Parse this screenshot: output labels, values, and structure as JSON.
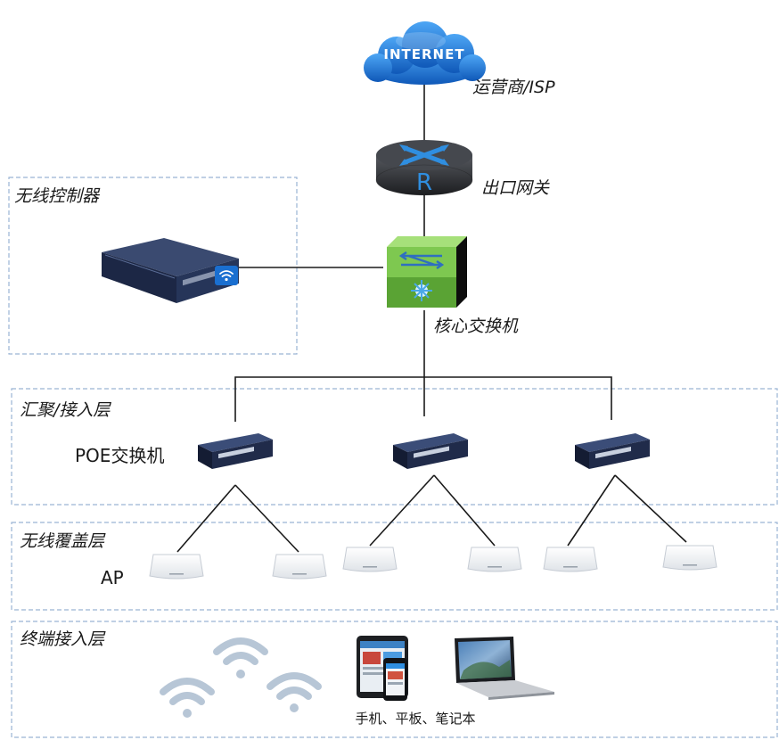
{
  "nodes": {
    "internet": {
      "cloud_text": "INTERNET",
      "label": "运营商/ISP"
    },
    "router": {
      "glyph": "R",
      "label": "出口网关"
    },
    "core_switch": {
      "label": "核心交换机"
    },
    "poe_switch": {
      "label": "POE交换机"
    },
    "ap": {
      "label": "AP"
    },
    "terminals": {
      "label": "手机、平板、笔记本"
    }
  },
  "zones": {
    "controller": {
      "label": "无线控制器"
    },
    "aggregation": {
      "label": "汇聚/接入层"
    },
    "coverage": {
      "label": "无线覆盖层"
    },
    "terminal": {
      "label": "终端接入层"
    }
  },
  "colors": {
    "zone_border": "#9ab4d4",
    "cloud": "#1e6fd0",
    "router": "#303236",
    "router_accent": "#2f8ee0",
    "core_switch": "#7ec850",
    "device_blue": "#1e2a4a",
    "wifi": "#b7c6d6"
  }
}
